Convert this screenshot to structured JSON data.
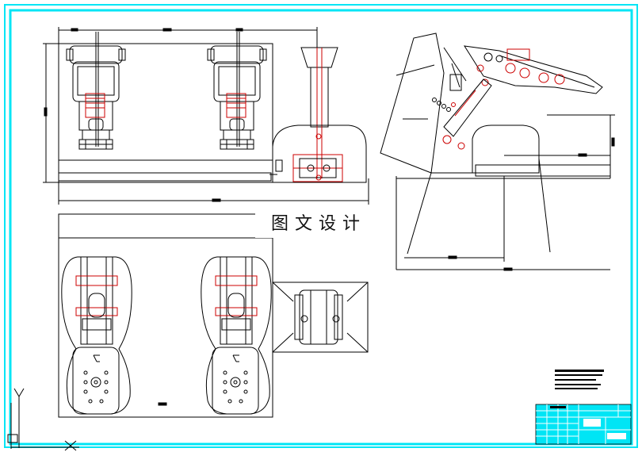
{
  "sheet": {
    "watermark_text": "图文设计",
    "colors": {
      "frame": "#00e5f5",
      "line": "#000000",
      "hatch": "#cc0000",
      "title_block_fill": "#00e5f5"
    }
  },
  "views": [
    {
      "name": "front-view-pedal-assemblies"
    },
    {
      "name": "side-view-tilted-pedal"
    },
    {
      "name": "top-view-footplates"
    },
    {
      "name": "hub-detail-view"
    }
  ],
  "icons": [
    "ucs-y-axis-icon",
    "ucs-x-axis-icon"
  ]
}
